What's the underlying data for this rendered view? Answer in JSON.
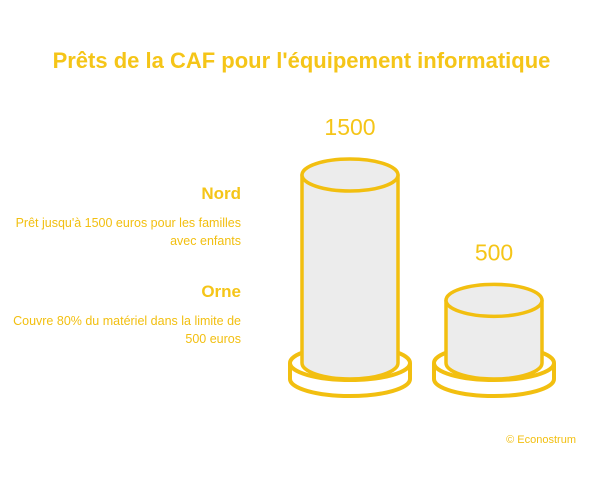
{
  "title": "Prêts de la CAF pour l'équipement informatique",
  "regions": [
    {
      "name": "Nord",
      "description": "Prêt jusqu'à 1500 euros pour les familles avec enfants"
    },
    {
      "name": "Orne",
      "description": "Couvre 80% du matériel dans la limite de 500 euros"
    }
  ],
  "credit": "© Econostrum",
  "colors": {
    "accent": "#f5c518",
    "fill": "#ececec",
    "outline": "#f2bf10"
  },
  "chart_data": {
    "type": "bar",
    "categories": [
      "Nord",
      "Orne"
    ],
    "values": [
      1500,
      500
    ],
    "data_labels": [
      "1500",
      "500"
    ],
    "title": "Prêts de la CAF pour l'équipement informatique",
    "xlabel": "",
    "ylabel": "",
    "grid": false
  }
}
